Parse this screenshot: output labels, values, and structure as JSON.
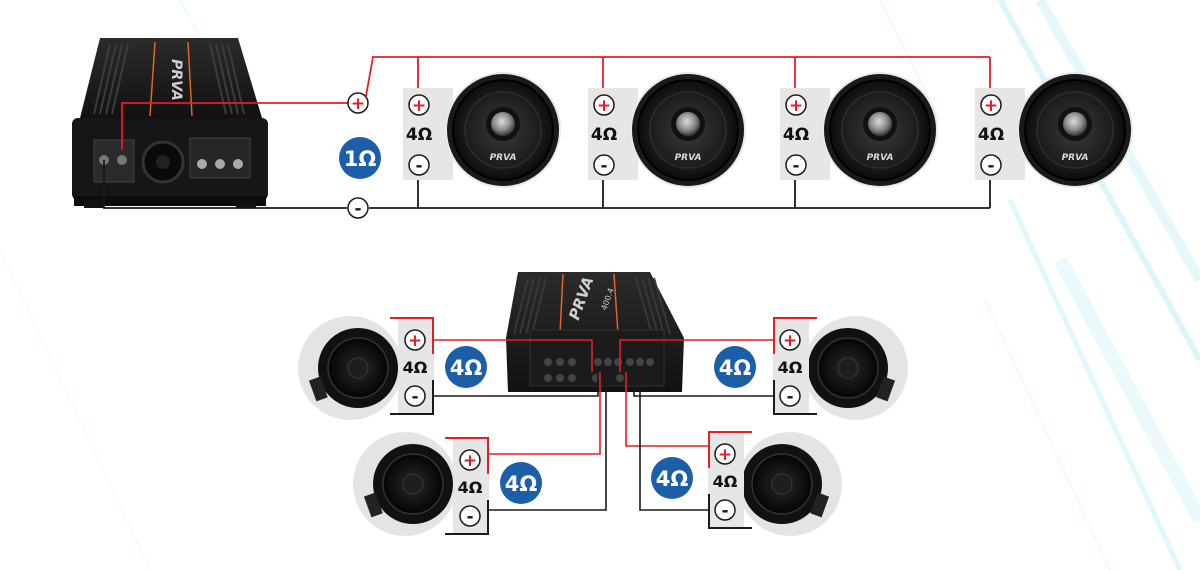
{
  "diagram": {
    "brand": "PRVA",
    "colors": {
      "wire_positive": "#e31e24",
      "wire_negative": "#1a1a1a",
      "badge_blue": "#1c5ea8",
      "panel_gray": "#e6e6e6",
      "accent_light_blue": "#bfeef6"
    },
    "top_section": {
      "amp_label": "PRVA",
      "total_load_label": "1Ω",
      "positive_bus_symbol": "+",
      "negative_bus_symbol": "-",
      "speakers": [
        {
          "impedance": "4Ω",
          "positive_symbol": "+",
          "negative_symbol": "-",
          "brand": "PRVA"
        },
        {
          "impedance": "4Ω",
          "positive_symbol": "+",
          "negative_symbol": "-",
          "brand": "PRVA"
        },
        {
          "impedance": "4Ω",
          "positive_symbol": "+",
          "negative_symbol": "-",
          "brand": "PRVA"
        },
        {
          "impedance": "4Ω",
          "positive_symbol": "+",
          "negative_symbol": "-",
          "brand": "PRVA"
        }
      ]
    },
    "bottom_section": {
      "amp_label": "PRVA",
      "amp_model": "400.4",
      "channels": [
        {
          "position": "upper-left",
          "load_label": "4Ω",
          "impedance": "4Ω",
          "positive_symbol": "+",
          "negative_symbol": "-"
        },
        {
          "position": "lower-left",
          "load_label": "4Ω",
          "impedance": "4Ω",
          "positive_symbol": "+",
          "negative_symbol": "-"
        },
        {
          "position": "upper-right",
          "load_label": "4Ω",
          "impedance": "4Ω",
          "positive_symbol": "+",
          "negative_symbol": "-"
        },
        {
          "position": "lower-right",
          "load_label": "4Ω",
          "impedance": "4Ω",
          "positive_symbol": "+",
          "negative_symbol": "-"
        }
      ]
    }
  }
}
